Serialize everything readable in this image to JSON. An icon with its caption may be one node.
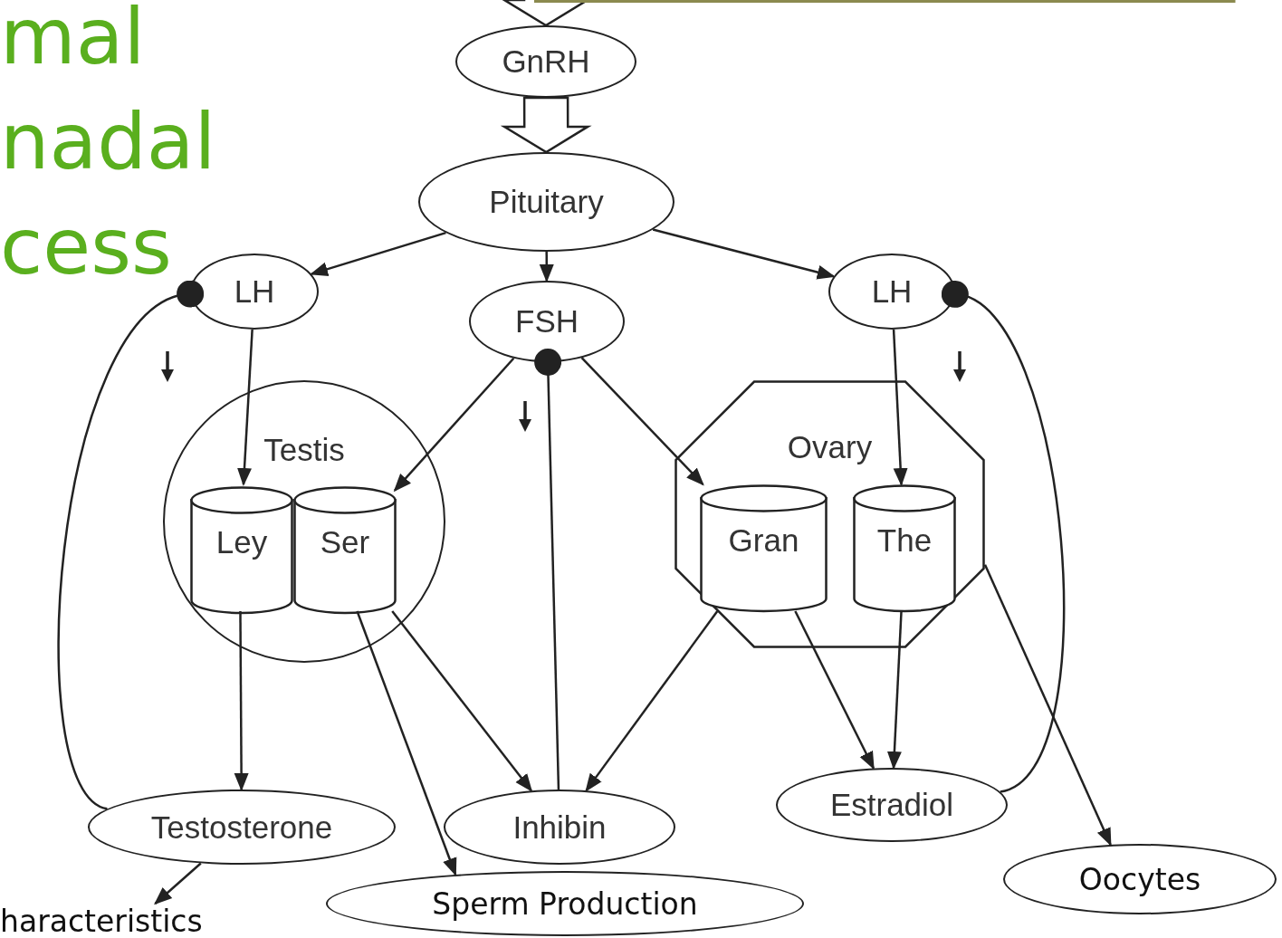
{
  "diagram": {
    "title": "mal nadal cess",
    "nodes": [
      {
        "text": [
          "GnRH"
        ]
      },
      {
        "text": [
          "Pituitary"
        ]
      },
      {
        "text": [
          "LH"
        ]
      },
      {
        "text": [
          "FSH"
        ]
      },
      {
        "text": [
          "LH"
        ]
      },
      {
        "text": [
          "Testis"
        ]
      },
      {
        "text": [
          "Ley"
        ],
        "in": 5
      },
      {
        "text": [
          "Ser"
        ],
        "in": 5
      },
      {
        "text": [
          "Ovary"
        ]
      },
      {
        "text": [
          "Gran"
        ],
        "in": 8
      },
      {
        "text": [
          "The"
        ],
        "in": 8
      },
      {
        "text": [
          "Testosterone"
        ]
      },
      {
        "text": [
          "Inhibin"
        ]
      },
      {
        "text": [
          "Estradiol"
        ]
      },
      {
        "text": [
          "Sperm Production"
        ]
      },
      {
        "text": [
          "Oocytes"
        ]
      },
      {
        "text": [
          "haracteristics"
        ]
      }
    ],
    "edges": [
      {
        "from": null,
        "to": 0,
        "arrow": "to",
        "style": "thick"
      },
      {
        "from": 0,
        "to": 1,
        "arrow": "to",
        "style": "thick"
      },
      {
        "from": 1,
        "to": 2,
        "arrow": "to"
      },
      {
        "from": 1,
        "to": 3,
        "arrow": "to"
      },
      {
        "from": 1,
        "to": 4,
        "arrow": "to"
      },
      {
        "from": 2,
        "to": 6,
        "arrow": "to"
      },
      {
        "from": 3,
        "to": 7,
        "arrow": "to"
      },
      {
        "from": 3,
        "to": 9,
        "arrow": "to"
      },
      {
        "from": 12,
        "to": 3,
        "arrow": "other"
      },
      {
        "from": 4,
        "to": 10,
        "arrow": "to"
      },
      {
        "from": 11,
        "to": 2,
        "arrow": "other"
      },
      {
        "from": 13,
        "to": 4,
        "arrow": "other"
      },
      {
        "from": 6,
        "to": 11,
        "arrow": "to"
      },
      {
        "from": 7,
        "to": 12,
        "arrow": "to"
      },
      {
        "from": 9,
        "to": 12,
        "arrow": "to"
      },
      {
        "from": 9,
        "to": 13,
        "arrow": "to"
      },
      {
        "from": 10,
        "to": 13,
        "arrow": "to"
      },
      {
        "from": 7,
        "to": 14,
        "arrow": "to"
      },
      {
        "from": 8,
        "to": 15,
        "arrow": "to"
      },
      {
        "from": 11,
        "to": 16,
        "arrow": "to"
      }
    ]
  }
}
